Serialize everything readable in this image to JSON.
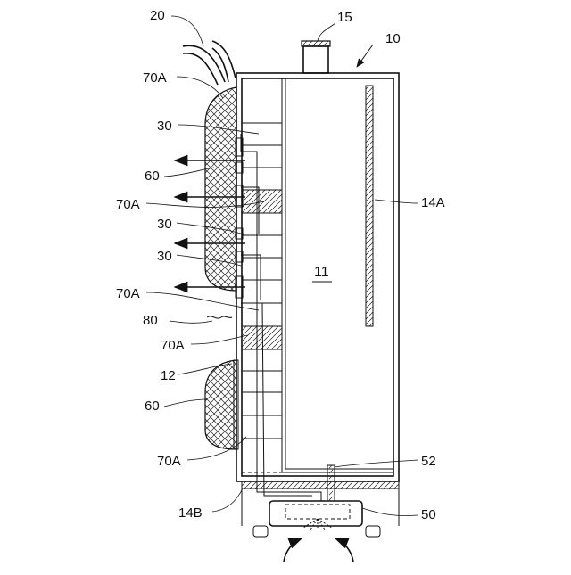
{
  "labels": {
    "ref_20": "20",
    "ref_15": "15",
    "ref_10": "10",
    "ref_70A_1": "70A",
    "ref_30_1": "30",
    "ref_60_1": "60",
    "ref_70A_2": "70A",
    "ref_30_2": "30",
    "ref_30_3": "30",
    "ref_70A_3": "70A",
    "ref_80": "80",
    "ref_70A_4": "70A",
    "ref_12": "12",
    "ref_60_2": "60",
    "ref_70A_5": "70A",
    "ref_14A": "14A",
    "ref_11": "11",
    "ref_52": "52",
    "ref_14B": "14B",
    "ref_50": "50"
  }
}
